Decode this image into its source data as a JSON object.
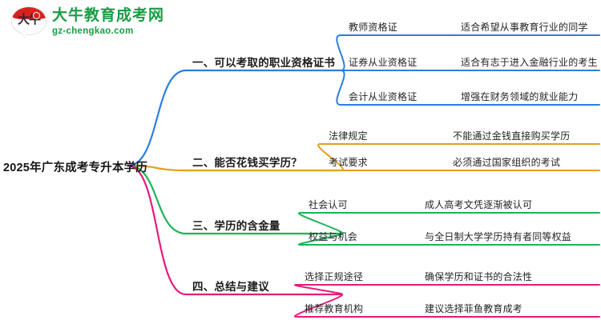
{
  "logo": {
    "mark_text": "大牛",
    "brand": "大牛教育成考网",
    "url": "gz-chengkao.com",
    "brand_color": "#1a9c44",
    "mark_color": "#d8221f"
  },
  "mindmap": {
    "root": {
      "label": "2025年广东成考专升本学历"
    },
    "branches": [
      {
        "label": "一、可以考取的职业资格证书",
        "color": "#2b7fe0",
        "children": [
          {
            "label": "教师资格证",
            "detail": "适合希望从事教育行业的同学"
          },
          {
            "label": "证券从业资格证",
            "detail": "适合有志于进入金融行业的考生"
          },
          {
            "label": "会计从业资格证",
            "detail": "增强在财务领域的就业能力"
          }
        ]
      },
      {
        "label": "二、能否花钱买学历？",
        "color": "#e3a01b",
        "children": [
          {
            "label": "法律规定",
            "detail": "不能通过金钱直接购买学历"
          },
          {
            "label": "考试要求",
            "detail": "必须通过国家组织的考试"
          }
        ]
      },
      {
        "label": "三、学历的含金量",
        "color": "#1eb358",
        "children": [
          {
            "label": "社会认可",
            "detail": "成人高考文凭逐渐被认可"
          },
          {
            "label": "权益与机会",
            "detail": "与全日制大学学历持有者同等权益"
          }
        ]
      },
      {
        "label": "四、总结与建议",
        "color": "#e8197f",
        "children": [
          {
            "label": "选择正规途径",
            "detail": "确保学历和证书的合法性"
          },
          {
            "label": "推荐教育机构",
            "detail": "建议选择菲鱼教育成考"
          }
        ]
      }
    ]
  }
}
